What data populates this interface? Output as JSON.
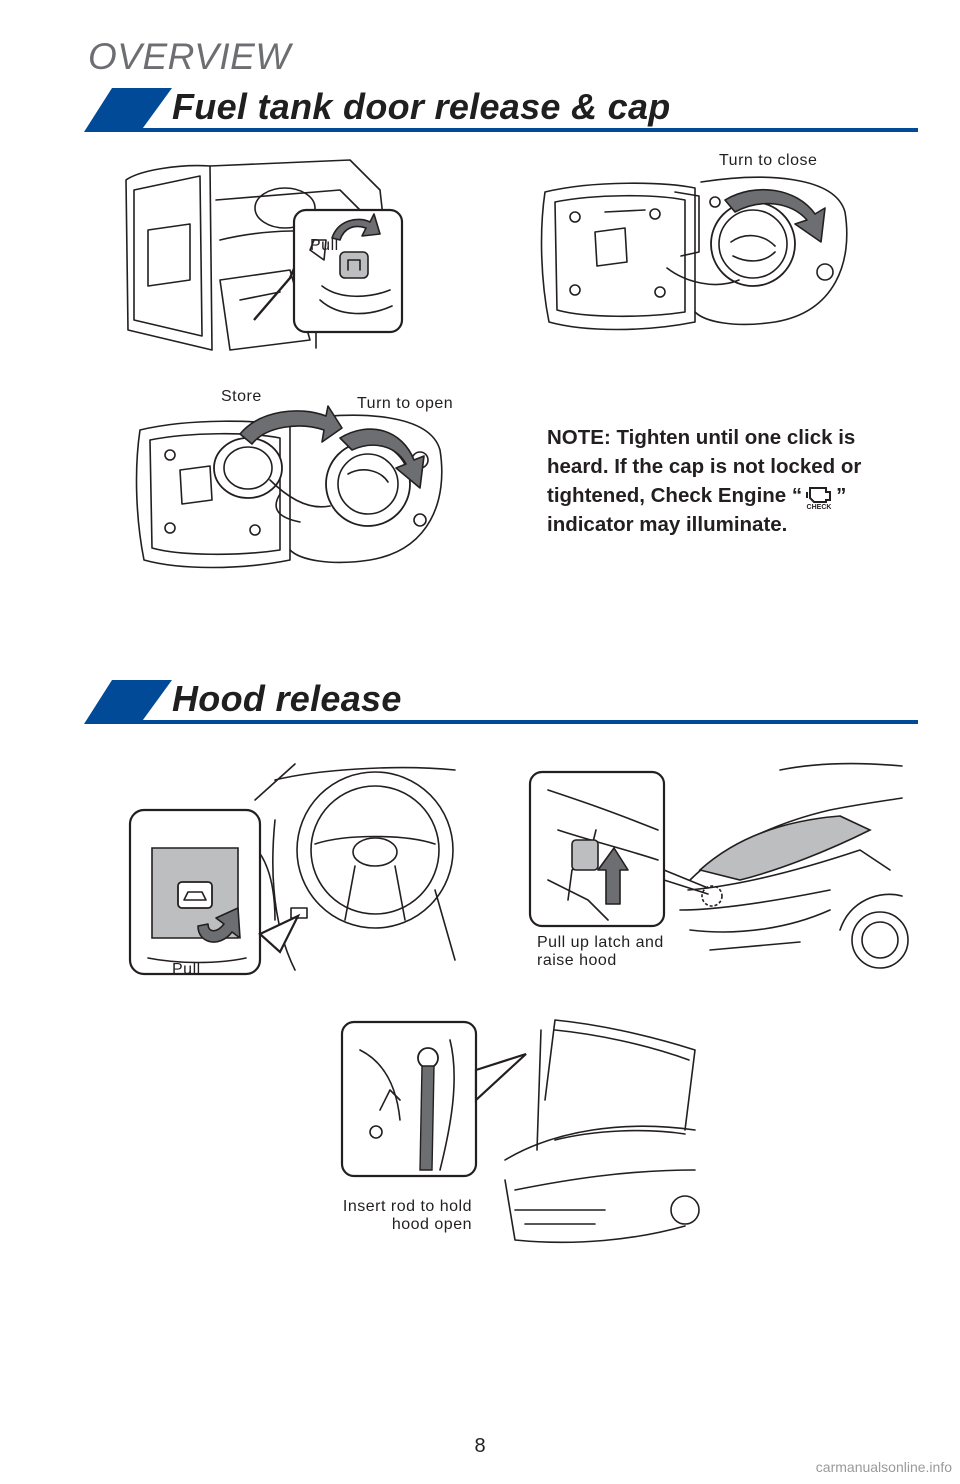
{
  "header": {
    "section": "OVERVIEW"
  },
  "colors": {
    "accent_blue": "#004a98",
    "arrow_gray": "#6d6e71"
  },
  "fuel": {
    "title": "Fuel tank door release & cap",
    "label_pull": "Pull",
    "label_turn_to_close": "Turn to close",
    "label_store": "Store",
    "label_turn_to_open": "Turn to open",
    "note_line1": "NOTE: Tighten until one click is",
    "note_line2": "heard. If the cap is not locked or",
    "note_line3_a": "tightened, Check Engine “",
    "note_line3_b": "”",
    "note_line4": "indicator may illuminate.",
    "check_icon_text": "CHECK"
  },
  "hood": {
    "title": "Hood release",
    "label_pull": "Pull",
    "label_latch_1": "Pull up latch and",
    "label_latch_2": "raise hood",
    "label_rod_1": "Insert rod to hold",
    "label_rod_2": "hood open"
  },
  "footer": {
    "page_number": "8",
    "watermark": "carmanualsonline.info"
  }
}
